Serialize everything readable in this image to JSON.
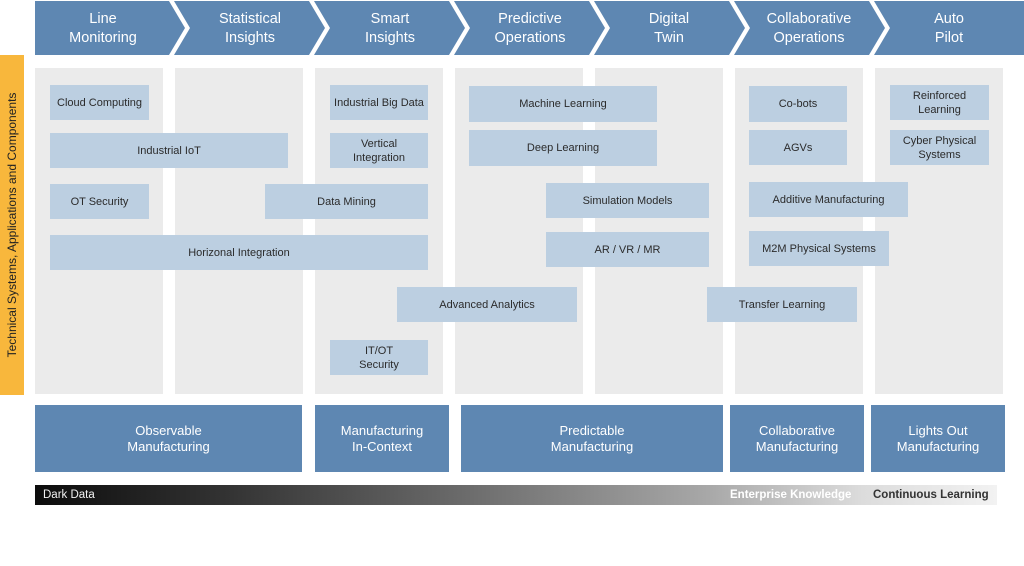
{
  "stages": [
    {
      "label": "Line\nMonitoring"
    },
    {
      "label": "Statistical\nInsights"
    },
    {
      "label": "Smart\nInsights"
    },
    {
      "label": "Predictive\nOperations"
    },
    {
      "label": "Digital\nTwin"
    },
    {
      "label": "Collaborative\nOperations"
    },
    {
      "label": "Auto\nPilot"
    }
  ],
  "side_label": "Technical Systems, Applications and Components",
  "technologies": {
    "cloud_computing": "Cloud Computing",
    "industrial_iot": "Industrial IoT",
    "ot_security": "OT Security",
    "horizontal_integration": "Horizonal Integration",
    "industrial_big_data": "Industrial Big Data",
    "vertical_integration": "Vertical\nIntegration",
    "data_mining": "Data Mining",
    "advanced_analytics": "Advanced Analytics",
    "it_ot_security": "IT/OT\nSecurity",
    "machine_learning": "Machine Learning",
    "deep_learning": "Deep Learning",
    "simulation_models": "Simulation Models",
    "ar_vr_mr": "AR / VR / MR",
    "transfer_learning": "Transfer Learning",
    "co_bots": "Co-bots",
    "agvs": "AGVs",
    "additive_manufacturing": "Additive Manufacturing",
    "m2m_physical_systems": "M2M Physical Systems",
    "reinforced_learning": "Reinforced\nLearning",
    "cyber_physical_systems": "Cyber Physical\nSystems"
  },
  "categories": {
    "observable": "Observable\nManufacturing",
    "in_context": "Manufacturing\nIn-Context",
    "predictable": "Predictable\nManufacturing",
    "collaborative": "Collaborative\nManufacturing",
    "lights_out": "Lights Out\nManufacturing"
  },
  "knowledge_scale": {
    "start": "Dark Data",
    "middle": "Enterprise Knowledge",
    "end": "Continuous Learning"
  },
  "colors": {
    "stage_arrow": "#5e87b2",
    "technology_box": "#bccfe1",
    "column_background": "#ebebeb",
    "side_tab": "#f8b73c",
    "category_box": "#5e87b2"
  }
}
